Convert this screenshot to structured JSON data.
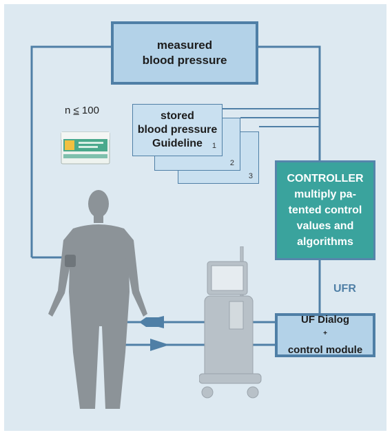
{
  "measured_bp": {
    "line1": "measured",
    "line2": "blood pressure"
  },
  "guideline": {
    "line1": "stored",
    "line2": "blood pressure",
    "line3": "Guideline",
    "card_numbers": [
      "1",
      "2",
      "3"
    ]
  },
  "sample_size": {
    "prefix": "n ",
    "operator": "≤",
    "value": " 100"
  },
  "controller": {
    "lines": [
      "CONTROLLER",
      "multiply pa-",
      "tented control",
      "values and",
      "algorithms"
    ]
  },
  "ufr_label": "UFR",
  "uf_module": {
    "line1": "UF Dialog",
    "superscript": "+",
    "line2": "control module"
  },
  "colors": {
    "background": "#dde9f1",
    "line_blue": "#4f7fa6",
    "box_fill": "#b3d2e8",
    "controller_teal": "#3aa39d",
    "figure_gray": "#8c9398"
  }
}
